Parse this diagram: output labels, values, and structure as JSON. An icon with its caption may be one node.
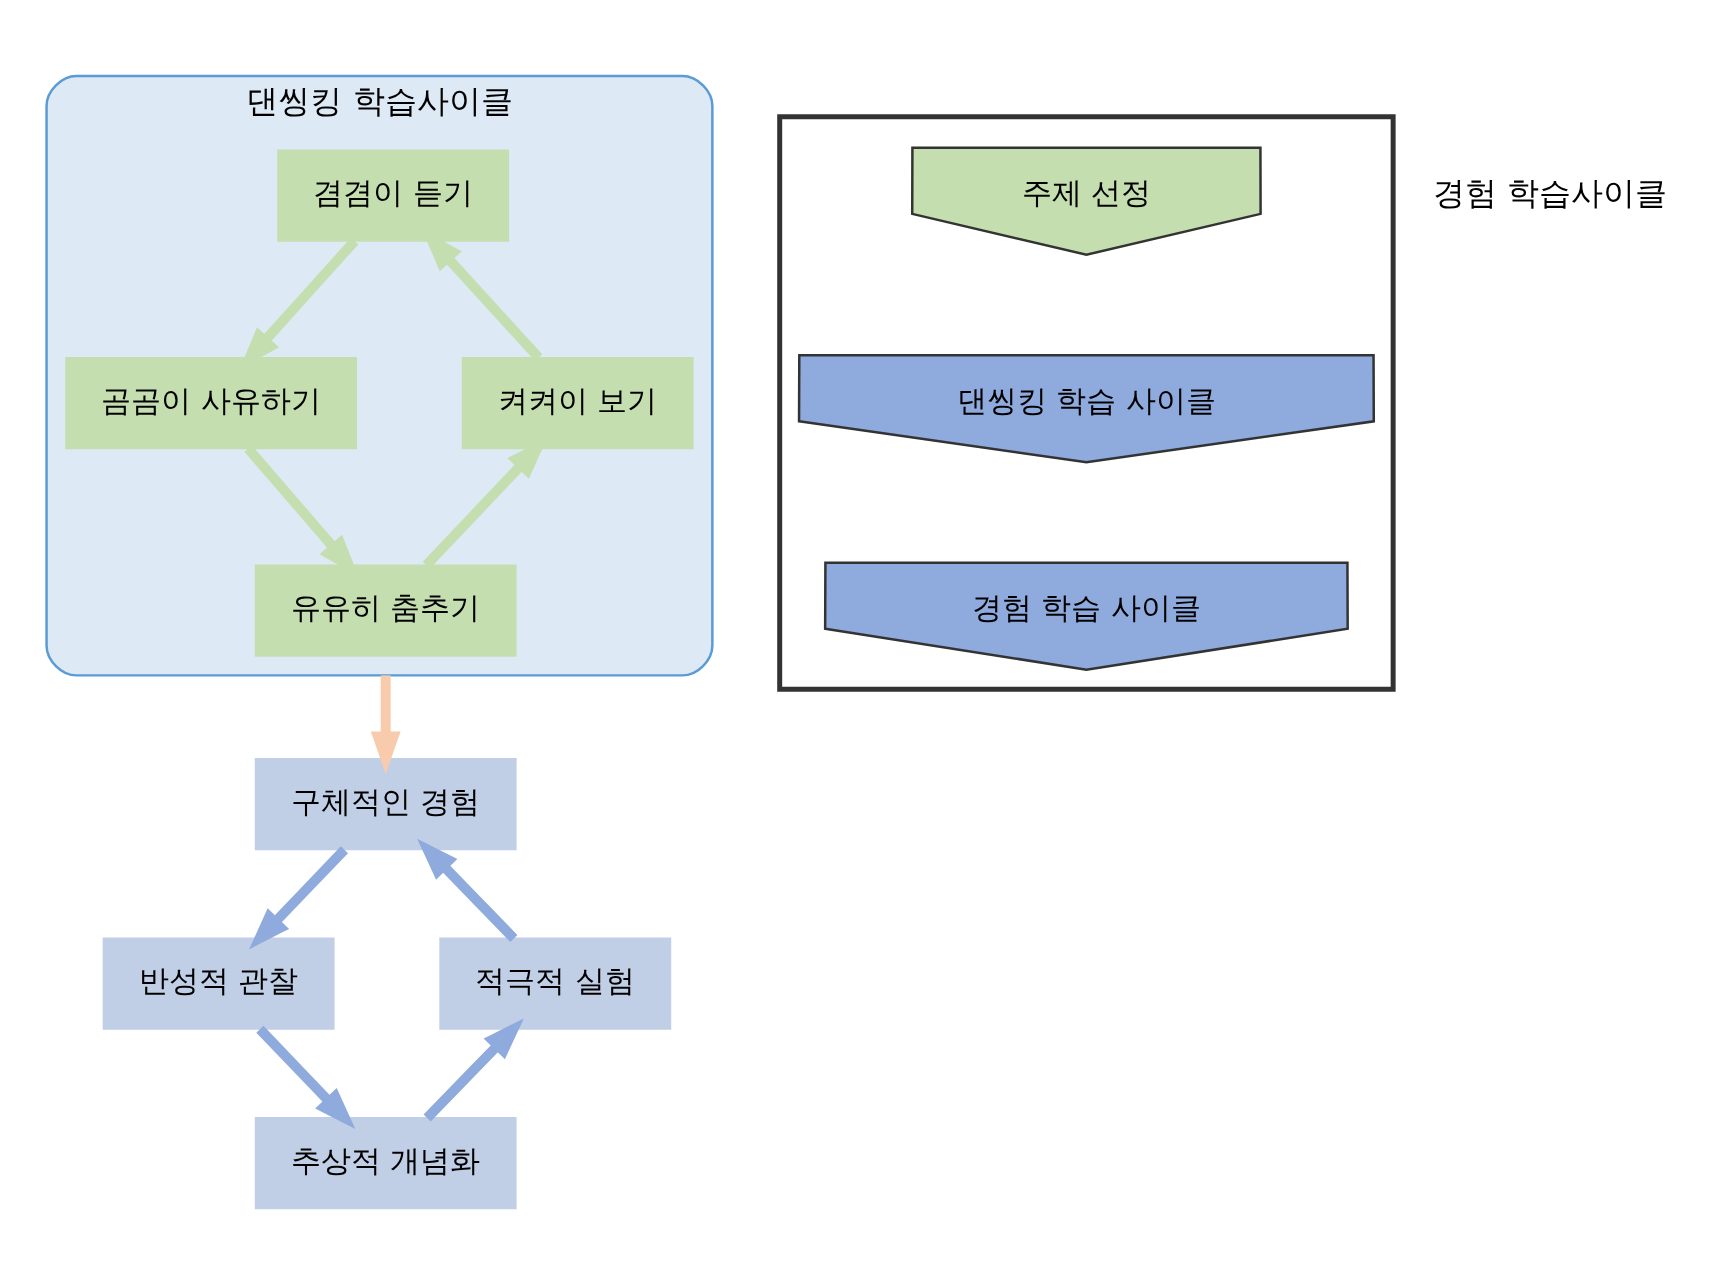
{
  "diagram": {
    "nodes": [
      {
        "text": [
          "댄씽킹 학습사이클"
        ]
      },
      {
        "text": [
          "겸겸이 듣기"
        ],
        "in": 0
      },
      {
        "text": [
          "곰곰이 사유하기"
        ],
        "in": 0
      },
      {
        "text": [
          "유유히 춤추기"
        ],
        "in": 0
      },
      {
        "text": [
          "켜켜이 보기"
        ],
        "in": 0
      },
      {
        "text": [
          "구체적인 경험"
        ]
      },
      {
        "text": [
          "반성적 관찰"
        ]
      },
      {
        "text": [
          "추상적 개념화"
        ]
      },
      {
        "text": [
          "적극적 실험"
        ]
      },
      {
        "text": [],
        "shape": "arrow"
      },
      {
        "text": [
          "주제 선정"
        ],
        "in": 9
      },
      {
        "text": [
          "댄씽킹 학습 사이클"
        ],
        "in": 9
      },
      {
        "text": [
          "경험 학습 사이클"
        ],
        "in": 9
      }
    ],
    "edges": [
      {
        "from": 1,
        "to": 2,
        "arrow": "to",
        "color": "#c5deb0"
      },
      {
        "from": 2,
        "to": 3,
        "arrow": "to",
        "color": "#c5deb0"
      },
      {
        "from": 3,
        "to": 4,
        "arrow": "to",
        "color": "#c5deb0"
      },
      {
        "from": 4,
        "to": 1,
        "arrow": "to",
        "color": "#c5deb0"
      },
      {
        "from": 0,
        "to": 5,
        "arrow": "to",
        "color": "#f8cbad"
      },
      {
        "from": 5,
        "to": 6,
        "arrow": "to",
        "color": "#8faadc"
      },
      {
        "from": 6,
        "to": 7,
        "arrow": "to",
        "color": "#8faadc"
      },
      {
        "from": 7,
        "to": 8,
        "arrow": "to",
        "color": "#8faadc"
      },
      {
        "from": 8,
        "to": 5,
        "arrow": "to",
        "color": "#8faadc"
      }
    ],
    "labels": [
      "경험 학습사이클"
    ]
  }
}
